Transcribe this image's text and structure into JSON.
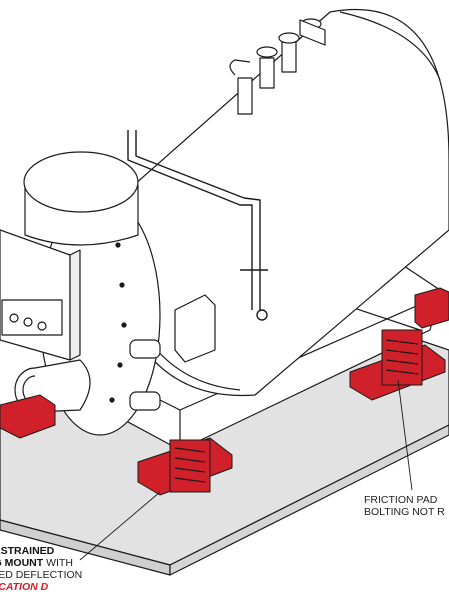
{
  "diagram": {
    "colors": {
      "mount_red": "#d0202a",
      "outline": "#1a1a1a",
      "slab_fill": "#e2e2e2",
      "equipment_fill": "#ffffff"
    },
    "callouts": {
      "right": {
        "line1": "FRICTION PAD",
        "line2": "BOLTING NOT R"
      },
      "left": {
        "line1": "RESTRAINED",
        "line2_bold": "NG MOUNT",
        "line2_rest": " WITH",
        "line3": "IFIED DEFLECTION",
        "line4": "IFICATION D"
      }
    }
  }
}
